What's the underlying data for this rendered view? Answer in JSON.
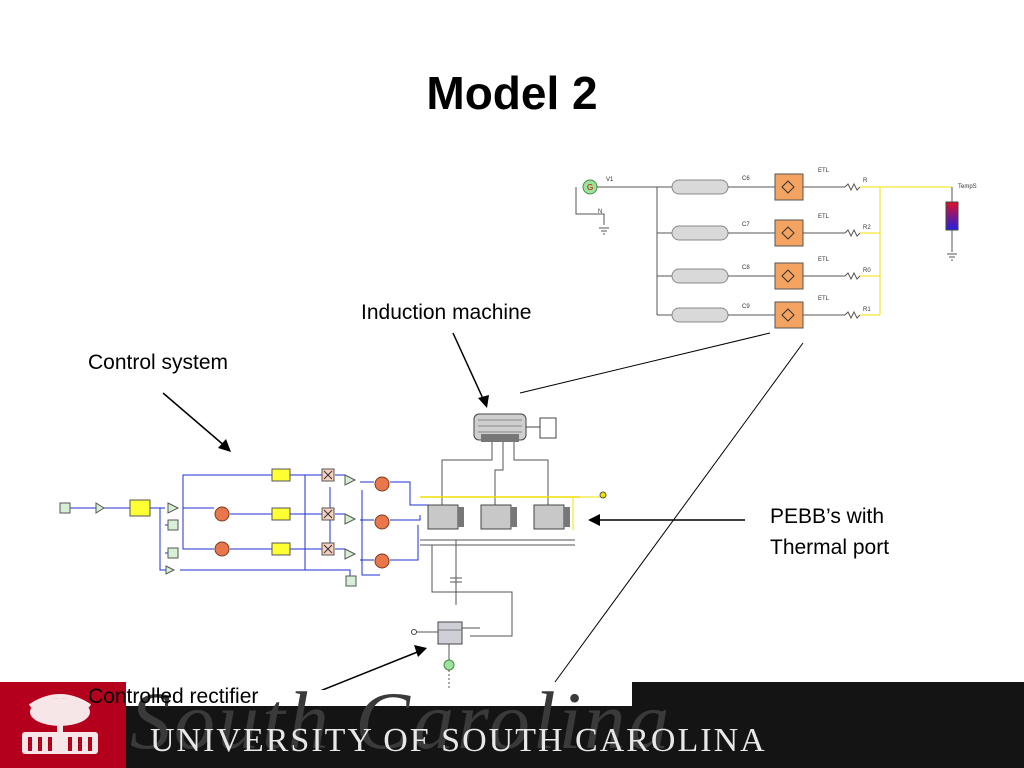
{
  "slide": {
    "title": "Model 2"
  },
  "labels": {
    "induction_machine": "Induction machine",
    "control_system": "Control system",
    "pebb_line1": "PEBB’s with",
    "pebb_line2": "Thermal port",
    "controlled_rectifier": "Controlled rectifier"
  },
  "thermal_model": {
    "source": "V1",
    "neutral": "N",
    "capacitors": [
      "C6",
      "C7",
      "C8",
      "C9"
    ],
    "etl_labels": [
      "ETL",
      "ETL",
      "ETL",
      "ETL"
    ],
    "resistors": [
      "R",
      "R2",
      "R0",
      "R1"
    ],
    "temp_sensor": "TempS",
    "source_symbol": "G"
  },
  "footer": {
    "university": "UNIVERSITY OF SOUTH CAROLINA",
    "script_word": "South Carolina",
    "colors": {
      "garnet": "#b4001c",
      "black": "#141414"
    }
  },
  "colors": {
    "wire_blue": "#1f2fd0",
    "wire_yellow": "#f0e000",
    "pebb_orange": "#f4a460",
    "sum_orange": "#e9774b",
    "sine_yellow": "#ffff33"
  }
}
